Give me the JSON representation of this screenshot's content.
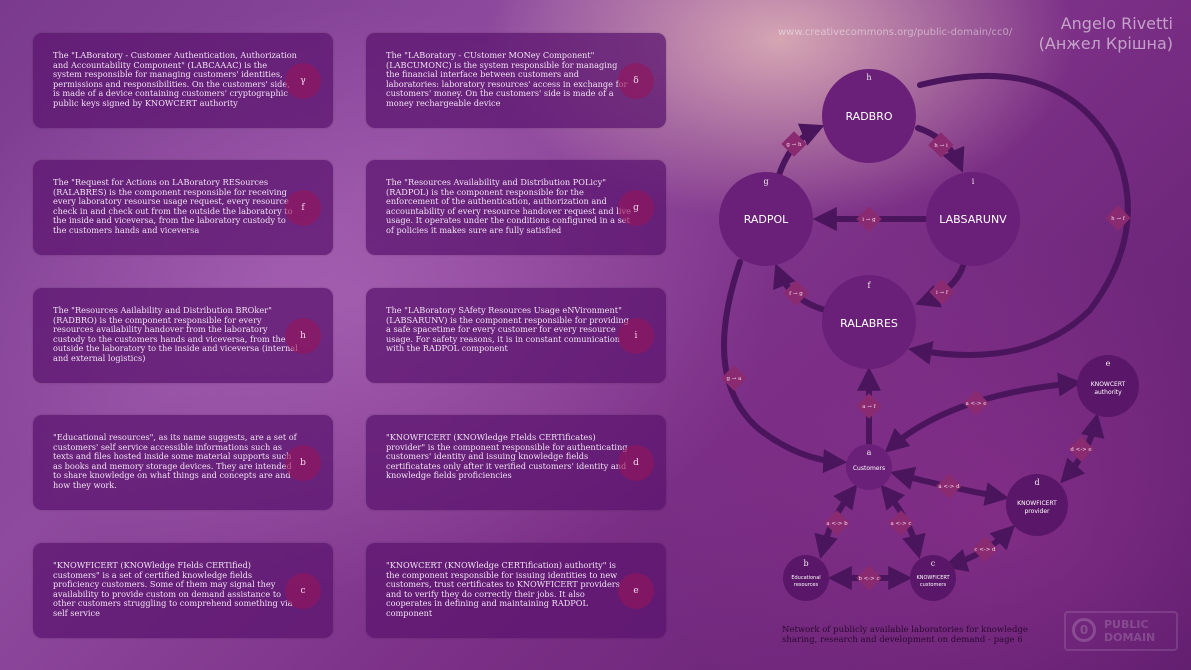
{
  "header": {
    "link": "www.creativecommons.org/public-domain/cc0/",
    "author_line1": "Angelo Rivetti",
    "author_line2": "(Анжел Крішна)"
  },
  "cards": [
    {
      "text": "The \"LABoratory - Customer Authentication, Authorization and Accountability Component\" (LABCAAAC) is the system responsible for managing customers' identities, permissions and responsibilities. On the customers' side, is made of a device containing customers' cryptographic public keys signed by KNOWCERT authority",
      "tag": "γ"
    },
    {
      "text": "The \"LABoratory - CUstomer MONey Component\" (LABCUMONC) is the system responsible for managing the financial interface between customers and laboratories: laboratory resources' access in exchange for customers' money. On the customers' side is made of a money rechargeable device",
      "tag": "δ"
    },
    {
      "text": "The \"Request for Actions on LABoratory RESources (RALABRES) is the component responsible for receiving every laboratory resourse usage request, every resource check in and check out from the outside the laboratory to the inside and viceversa, from the laboratory custody to the customers hands and viceversa",
      "tag": "f"
    },
    {
      "text": "The \"Resources Availability and Distribution POLicy\" (RADPOL) is the component responsible for the enforcement of the authentication, authorization and accountability of every resource handover request and live usage. It operates under the conditions configured in a set of policies it makes sure are fully satisfied",
      "tag": "g"
    },
    {
      "text": "The \"Resources Aailability and Distribution BROker\" (RADBRO) is the component responsible for every resources availability handover from the laboratory custody to the customers hands and viceversa, from the outside the laboratory to the inside and viceversa (internal and external logistics)",
      "tag": "h"
    },
    {
      "text": "The \"LABoratory SAfety Resources Usage eNVironment\" (LABSARUNV) is the component responsible for providing a safe spacetime for every customer for every resource usage. For safety reasons, it is in constant comunication with the RADPOL component",
      "tag": "i"
    },
    {
      "text": "\"Educational resources\", as its name suggests, are a set of customers' self service accessible informations such as texts and files hosted inside some material supports such as books and memory storage devices. They are intended to share knowledge on what things and concepts are and how they work.",
      "tag": "b"
    },
    {
      "text": "\"KNOWFICERT (KNOWledge FIelds CERTificates) provider\" is the component responsible for authenticating customers' identity and issuing knowledge fields certificatates only after it verified customers' identity and knowledge fields proficiencies",
      "tag": "d"
    },
    {
      "text": "\"KNOWFICERT (KNOWledge FIelds CERTified) customers\" is a set of certified knowledge fields proficiency customers. Some of them may signal they availability to provide custom on demand assistance to other customers struggling to comprehend something via self service",
      "tag": "c"
    },
    {
      "text": "\"KNOWCERT (KNOWledge CERTification) authority\" is the component responsible for issuing identities to new customers, trust certificates to KNOWFICERT providers and to verify they do correctly their jobs. It also cooperates in defining and maintaining RADPOL component",
      "tag": "e"
    }
  ],
  "diagram": {
    "nodes": {
      "radbro": {
        "letter": "h",
        "name": "RADBRO"
      },
      "radpol": {
        "letter": "g",
        "name": "RADPOL"
      },
      "labsarunv": {
        "letter": "i",
        "name": "LABSARUNV"
      },
      "ralabres": {
        "letter": "f",
        "name": "RALABRES"
      },
      "customers": {
        "letter": "a",
        "name": "Customers"
      },
      "knowcert": {
        "letter": "e",
        "name1": "KNOWCERT",
        "name2": "authority"
      },
      "knowficert_provider": {
        "letter": "d",
        "name1": "KNOWFICERT",
        "name2": "provider"
      },
      "educational": {
        "letter": "b",
        "name1": "Educational",
        "name2": "resources"
      },
      "knowficert_customers": {
        "letter": "c",
        "name1": "KNOWFICERT",
        "name2": "customers"
      }
    },
    "edges": {
      "g_h": "g → h",
      "h_i": "h → i",
      "i_g": "i → g",
      "f_g": "f → g",
      "i_f": "i → f",
      "h_f": "h → f",
      "g_a": "g → a",
      "a_f": "a → f",
      "a_e": "a <-> e",
      "d_e": "d <-> e",
      "a_d": "a <-> d",
      "a_b": "a <-> b",
      "a_c": "a <-> c",
      "b_c": "b <-> c",
      "c_d": "c <-> d"
    }
  },
  "footer": {
    "caption": "Network of publicly available laboratories for knowledge sharing, research and development on demand - page 6",
    "pd_symbol": "0",
    "pd_line1": "PUBLIC",
    "pd_line2": "DOMAIN"
  },
  "colors": {
    "node": "#6a1f78",
    "node_small": "#5a1668",
    "arrow": "#4a155c",
    "diamond": "#8a2a70"
  }
}
